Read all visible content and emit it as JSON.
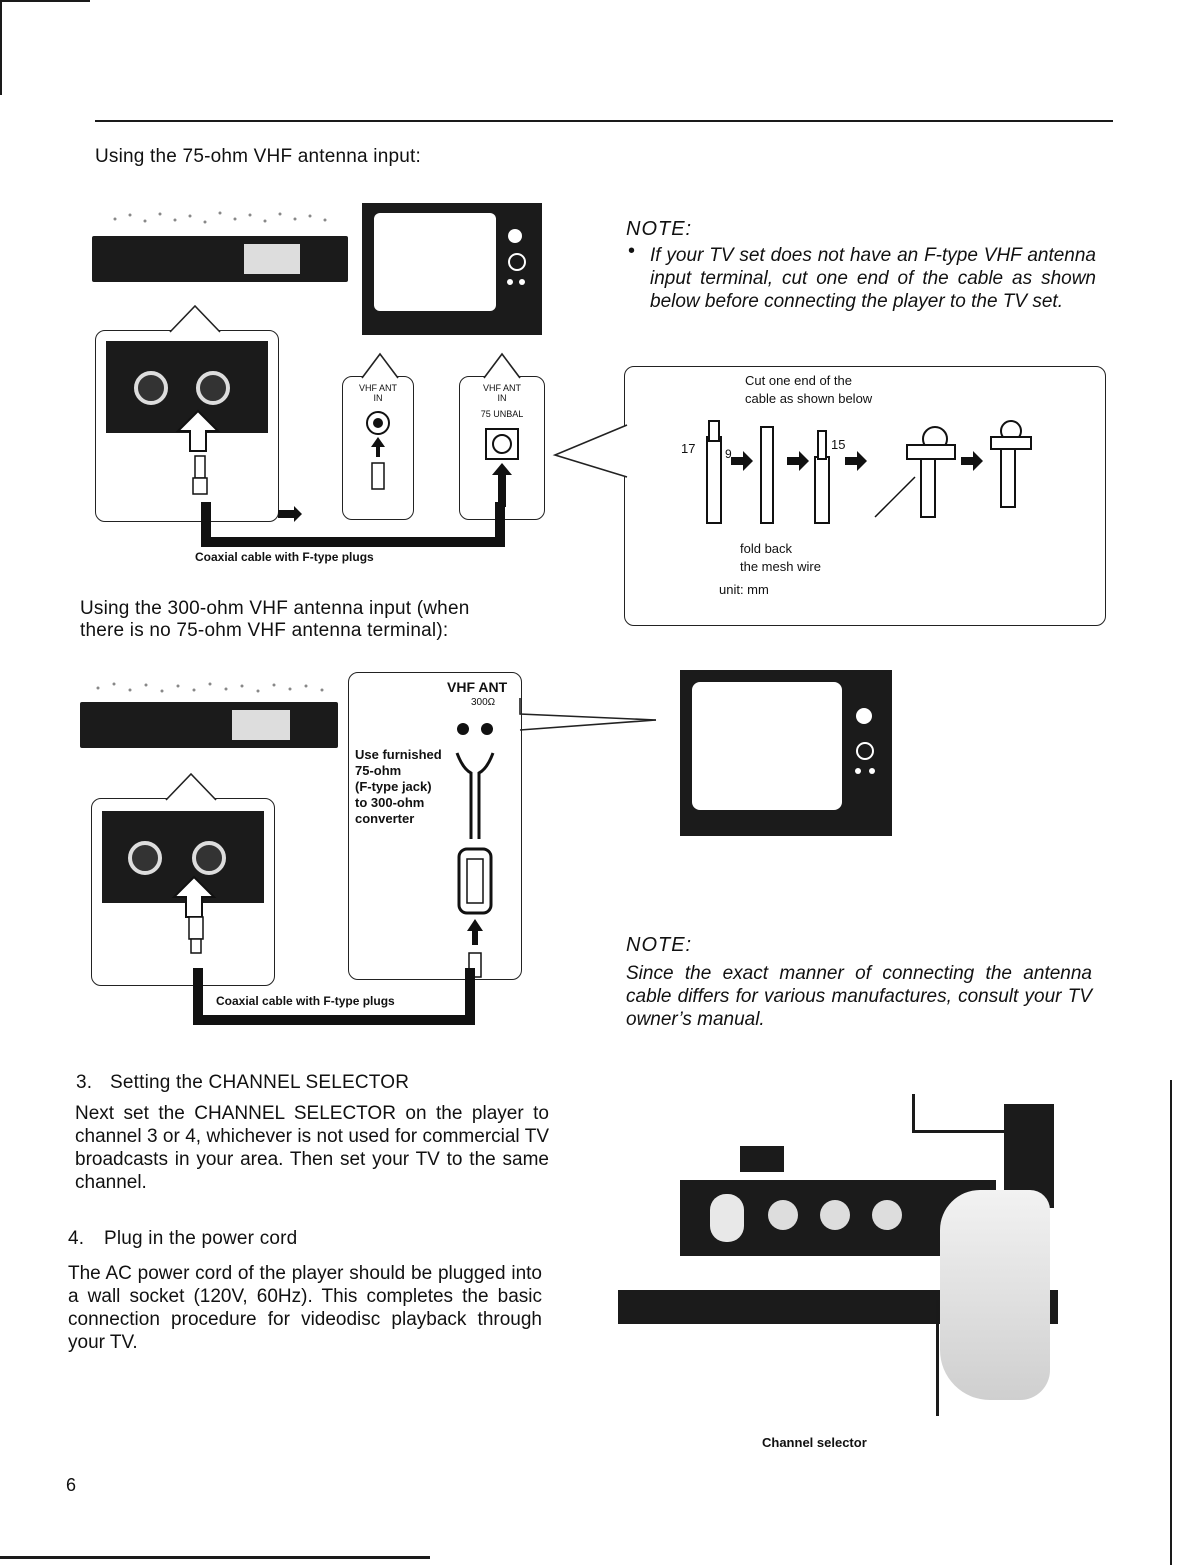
{
  "section1": {
    "heading": "Using the 75-ohm VHF antenna input:",
    "cable_caption": "Coaxial cable with F-type plugs",
    "vhf_ant_in_left": {
      "line1": "VHF ANT",
      "line2": "IN"
    },
    "vhf_ant_in_right": {
      "line1": "VHF ANT",
      "line2": "IN",
      "line3": "75 UNBAL"
    }
  },
  "note1": {
    "title": "NOTE:",
    "bullet": "•",
    "text": "If your TV set does not have an F-type VHF antenna input terminal, cut one end of the cable as shown below before connecting the player to the TV set."
  },
  "cut_diagram": {
    "top_label_1": "Cut one end of the",
    "top_label_2": "cable as shown below",
    "dim_17": "17",
    "dim_9": "9",
    "dim_15": "15",
    "fold_1": "fold back",
    "fold_2": "the mesh wire",
    "unit": "unit:  mm"
  },
  "section2": {
    "heading_1": "Using  the  300-ohm  VHF  antenna  input  (when",
    "heading_2": "there is no 75-ohm VHF antenna terminal):",
    "vhf_ant": "VHF ANT",
    "ohm": "300Ω",
    "converter_1": "Use  furnished",
    "converter_2": "75-ohm",
    "converter_3": "(F-type jack)",
    "converter_4": "to 300-ohm",
    "converter_5": "converter",
    "cable_caption": "Coaxial cable with F-type plugs"
  },
  "note2": {
    "title": "NOTE:",
    "text": "Since the exact manner of connecting the antenna cable differs for various manufactures, consult your TV owner’s manual."
  },
  "step3": {
    "number": "3.",
    "title": "Setting the CHANNEL SELECTOR",
    "body": "Next set the CHANNEL SELECTOR on the player to channel 3 or 4, whichever is not used for commercial TV broadcasts in your area. Then set your TV to the same channel."
  },
  "step4": {
    "number": "4.",
    "title": "Plug in the power cord",
    "body": "The AC power cord of the player should be plugged into a wall socket (120V, 60Hz). This completes the basic connection procedure for videodisc playback through your TV."
  },
  "photo_caption": "Channel selector",
  "page_number": "6"
}
